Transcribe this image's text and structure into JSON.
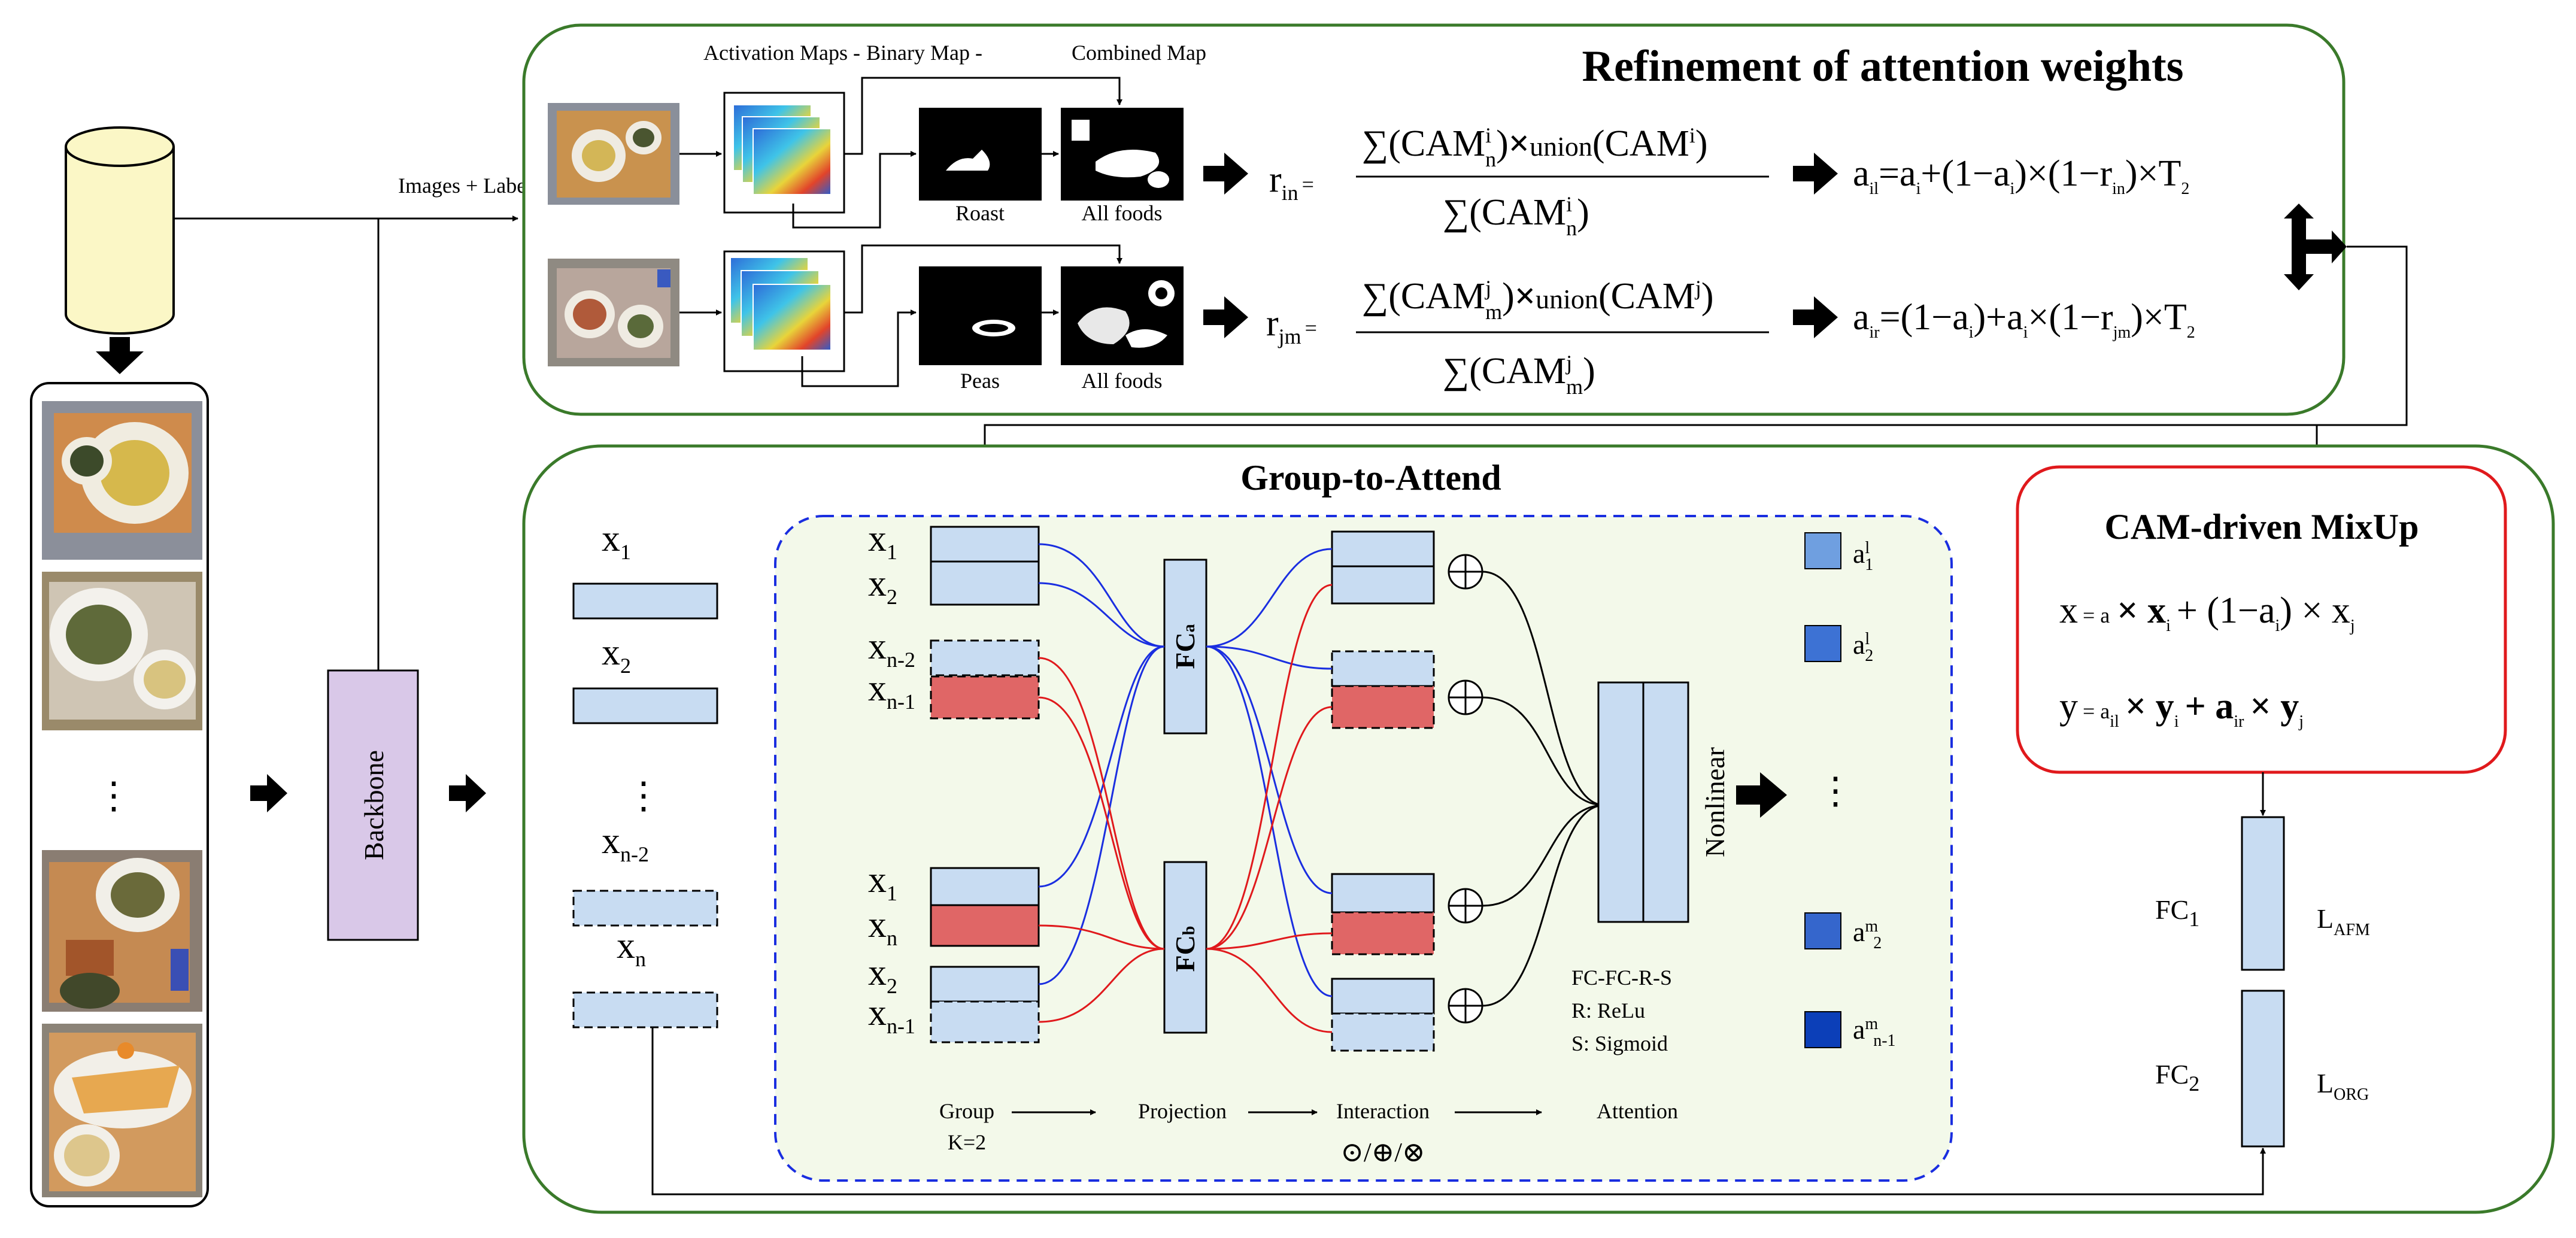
{
  "diagram": {
    "images_labels": "Images + Labels",
    "backbone": "Backbone",
    "ellipsis_vertical": "⋮",
    "refinement": {
      "title": "Refinement of attention weights",
      "maps_header_1": "Activation Maps -",
      "maps_header_2": "Binary Map -",
      "maps_header_3": "Combined Map",
      "row1_binary_label": "Roast",
      "row1_combined_label": "All foods",
      "row2_binary_label": "Peas",
      "row2_combined_label": "All foods",
      "r_in": "r",
      "r_in_sub": "in",
      "r_jm": "r",
      "r_jm_sub": "jm",
      "eq_sign": "=",
      "union_word": "union",
      "cam_word": "CAM",
      "sum_symbol": "∑",
      "times": "×",
      "a_il_formula": "a",
      "a_il_sub": "il",
      "a_il_rhs": "=a",
      "a_il_rest_1": "+(1−a",
      "a_il_rest_2": ")×(1−r",
      "a_il_rest_3": ")×T",
      "a_ir_sub": "ir",
      "a_ir_rhs": "=(1−a",
      "a_ir_rest_1": ")+a",
      "a_ir_rest_2": "×(1−r",
      "a_ir_rest_3": ")×T",
      "sub_i": "i",
      "sub_n": "n",
      "sub_j": "j",
      "sub_m": "m",
      "sub_2": "2",
      "sub_in": "in",
      "sub_jm": "jm"
    },
    "group_to_attend": {
      "title": "Group-to-Attend",
      "left_x1": "x",
      "left_x1_sub": "1",
      "left_x2": "x",
      "left_x2_sub": "2",
      "left_xn2": "x",
      "left_xn2_sub": "n-2",
      "left_xn": "x",
      "left_xn_sub": "n",
      "inner_x1": "x",
      "inner_x1_sub": "1",
      "inner_x2": "x",
      "inner_x2_sub": "2",
      "inner_xn2_sub": "n-2",
      "inner_xn1_sub": "n-1",
      "inner_xn_sub": "n",
      "fc_a": "FC",
      "fc_a_sub": "a",
      "fc_b": "FC",
      "fc_b_sub": "b",
      "nonlinear": "Nonlinear",
      "fc_desc_1": "FC-FC-R-S",
      "fc_desc_2": "R: ReLu",
      "fc_desc_3": "S: Sigmoid",
      "a_label": "a",
      "a1_sup": "l",
      "a1_sub": "1",
      "a2_sup": "l",
      "a2_sub": "2",
      "a3_sup": "m",
      "a3_sub": "2",
      "a4_sup": "m",
      "a4_sub": "n-1",
      "stage_group": "Group",
      "stage_k": "K=2",
      "stage_projection": "Projection",
      "stage_interaction": "Interaction",
      "stage_attention": "Attention",
      "ops": "⊙/⊕/⊗",
      "dots": "⋮"
    },
    "mixup": {
      "title": "CAM-driven MixUp",
      "x_eq_1": "x",
      "x_eq_2": "= a",
      "x_eq_3": "× x",
      "x_eq_4": "+ (1−a",
      "x_eq_5": ") × x",
      "y_eq_1": "y",
      "y_eq_2": "= a",
      "y_eq_3": "× y",
      "y_eq_4": "+ a",
      "y_eq_5": "× y",
      "sub_il": "il",
      "sub_ir": "ir",
      "sub_i": "i",
      "sub_j": "j",
      "fc1": "FC",
      "fc1_sub": "1",
      "fc2": "FC",
      "fc2_sub": "2",
      "l_afm": "L",
      "l_afm_sub": "AFM",
      "l_org": "L",
      "l_org_sub": "ORG"
    },
    "colors": {
      "panel_border": "#3a7a2a",
      "dashed_blue": "#1a2ee0",
      "light_blue": "#c8dcf2",
      "red_fill": "#e06666",
      "backbone_fill": "#d9c8e8",
      "cylinder_fill": "#fbf7c6",
      "mixup_border": "#e0191c",
      "green_bg": "#f3f9ea",
      "a_blue_1": "#6f9fe0",
      "a_blue_2": "#3d72d4",
      "a_blue_3": "#3566cc",
      "a_blue_4": "#0c3fb8"
    }
  }
}
